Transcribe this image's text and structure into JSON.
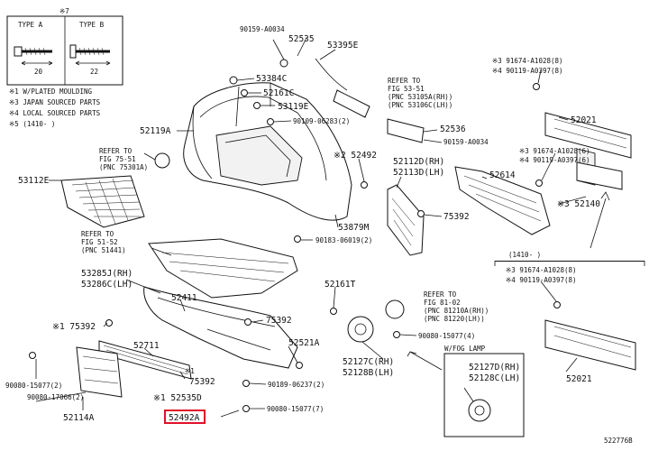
{
  "inset_fasteners": {
    "mark": "※7",
    "type_a": "TYPE  A",
    "type_b": "TYPE  B",
    "dim_a": "20",
    "dim_b": "22"
  },
  "legend": [
    "※1  W/PLATED MOULDING",
    "※3  JAPAN SOURCED PARTS",
    "※4  LOCAL SOURCED PARTS",
    "※5  (1410-    )"
  ],
  "labels": {
    "p90159_a0034_top": "90159-A0034",
    "p52535": "52535",
    "p53395e": "53395E",
    "p53384c": "53384C",
    "p52161c": "52161C",
    "p53119e": "53119E",
    "p90109_06283": "90109-06283(2)",
    "p52119a": "52119A",
    "ref_75_51_a": "REFER TO",
    "ref_75_51_b": "FIG 75-51",
    "ref_75_51_c": "(PNC 75301A)",
    "p53112e": "53112E",
    "p52492_top": "※2 52492",
    "p53879m": "53879M",
    "p90183_06019": "90183-06019(2)",
    "ref_51_52_a": "REFER TO",
    "ref_51_52_b": "FIG 51-52",
    "ref_51_52_c": "(PNC 51441)",
    "p53285j": "53285J(RH)",
    "p53286c": "53286C(LH)",
    "p52411": "52411",
    "p75392_left": "※1 75392",
    "p75392_mid": "75392",
    "p52711": "52711",
    "p75392_low": "75392",
    "p75392_low_mark": "※1",
    "p52535d": "※1 52535D",
    "p90080_15077_left": "90080-15077(2)",
    "p90080_17066": "90080-17066(2)",
    "p52114a": "52114A",
    "p52492a": "52492A",
    "p90189_06237": "90189-06237(2)",
    "p90080_15077_bottom": "90080-15077(7)",
    "p52521a": "52521A",
    "ref_53_51_a": "REFER TO",
    "ref_53_51_b": "FIG 53-51",
    "ref_53_51_c": "(PNC 53105A(RH))",
    "ref_53_51_d": "(PNC 53106C(LH))",
    "p52536": "52536",
    "p90159_a0034_mid": "90159-A0034",
    "p52112d": "52112D(RH)",
    "p52113d": "52113D(LH)",
    "p75392_right": "75392",
    "p52614": "52614",
    "p52161t": "52161T",
    "ref_81_02_a": "REFER TO",
    "ref_81_02_b": "FIG 81-02",
    "ref_81_02_c": "(PNC 81210A(RH))",
    "ref_81_02_d": "(PNC 81220(LH))",
    "p90080_15077_4": "90080-15077(4)",
    "p52127c": "52127C(RH)",
    "p52128b": "52128B(LH)",
    "wfog_title": "W/FOG LAMP",
    "p52127d": "52127D(RH)",
    "p52128c": "52128C(LH)",
    "p3_91674_top": "※3 91674-A1028(8)",
    "p4_90119_top": "※4 90119-A0397(8)",
    "p52021_top": "52021",
    "p3_91674_mid": "※3 91674-A1028(6)",
    "p4_90119_mid": "※4 90119-A0397(6)",
    "p52140": "※3 52140",
    "inset2_title": "(1410-   )",
    "p3_91674_low": "※3 91674-A1028(8)",
    "p4_90119_low": "※4 90119-A0397(8)",
    "p52021_low": "52021",
    "diagram_id": "522776B"
  }
}
